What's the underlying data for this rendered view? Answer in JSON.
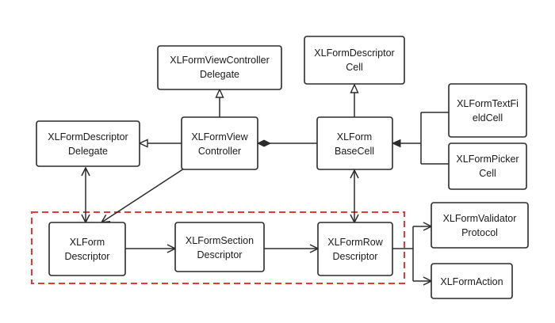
{
  "colors": {
    "group_border": "#e53935",
    "stroke": "#2b2b2b",
    "text": "#1a1a1a"
  },
  "nodes": [
    {
      "id": "vc_delegate",
      "lines": [
        "XLFormViewController",
        "Delegate"
      ]
    },
    {
      "id": "descriptor_cell",
      "lines": [
        "XLFormDescriptor",
        "Cell"
      ]
    },
    {
      "id": "textfield_cell",
      "lines": [
        "XLFormTextFi",
        "eldCell"
      ]
    },
    {
      "id": "desc_delegate",
      "lines": [
        "XLFormDescriptor",
        "Delegate"
      ]
    },
    {
      "id": "view_controller",
      "lines": [
        "XLFormView",
        "Controller"
      ]
    },
    {
      "id": "base_cell",
      "lines": [
        "XLForm",
        "BaseCell"
      ]
    },
    {
      "id": "picker_cell",
      "lines": [
        "XLFormPicker",
        "Cell"
      ]
    },
    {
      "id": "form_descriptor",
      "lines": [
        "XLForm",
        "Descriptor"
      ]
    },
    {
      "id": "section_desc",
      "lines": [
        "XLFormSection",
        "Descriptor"
      ]
    },
    {
      "id": "row_desc",
      "lines": [
        "XLFormRow",
        "Descriptor"
      ]
    },
    {
      "id": "validator",
      "lines": [
        "XLFormValidator",
        "Protocol"
      ]
    },
    {
      "id": "action",
      "lines": [
        "XLFormAction"
      ]
    }
  ]
}
